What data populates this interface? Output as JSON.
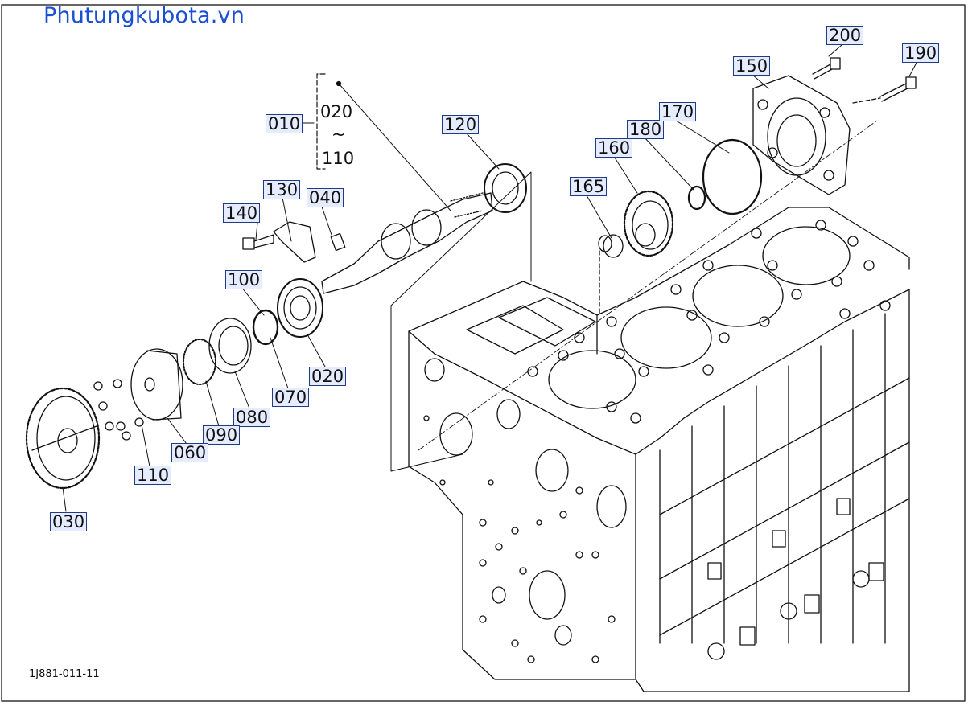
{
  "watermark": "Phutungkubota.vn",
  "diagram_code": "1J881-011-11",
  "labels": {
    "p010": "010",
    "p020_range": "020",
    "tilde": "~",
    "p110_range": "110",
    "p120": "120",
    "p130": "130",
    "p040": "040",
    "p140": "140",
    "p100": "100",
    "p020": "020",
    "p070": "070",
    "p080": "080",
    "p090": "090",
    "p060": "060",
    "p110": "110",
    "p030": "030",
    "p165": "165",
    "p160": "160",
    "p180": "180",
    "p170": "170",
    "p150": "150",
    "p200": "200",
    "p190": "190"
  }
}
